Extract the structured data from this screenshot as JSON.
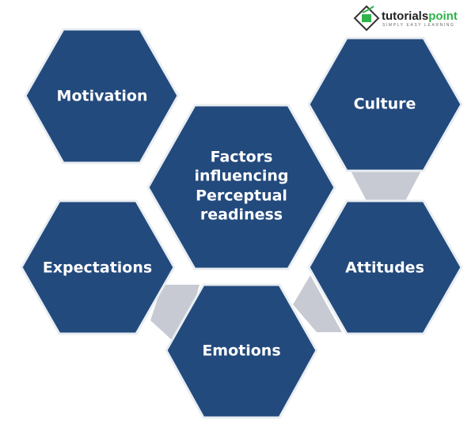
{
  "logo": {
    "name_dark": "tutorials",
    "name_green": "point",
    "tagline": "SIMPLY EASY LEARNING"
  },
  "diagram": {
    "center": [
      "Factors",
      "influencing",
      "Perceptual",
      "readiness"
    ],
    "nodes": {
      "motivation": "Motivation",
      "culture": "Culture",
      "expectations": "Expectations",
      "attitudes": "Attitudes",
      "emotions": "Emotions"
    }
  },
  "colors": {
    "hex_fill": "#234a7d",
    "connector": "#c8cad3",
    "logo_green": "#2fb34a"
  }
}
